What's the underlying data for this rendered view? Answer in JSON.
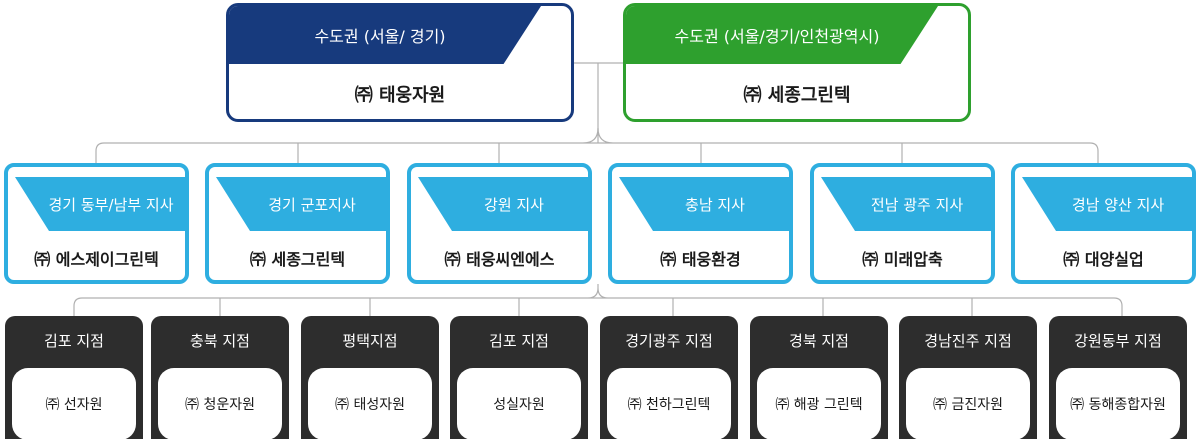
{
  "headquarters": [
    {
      "region": "수도권 (서울/ 경기)",
      "company": "㈜ 태웅자원"
    },
    {
      "region": "수도권 (서울/경기/인천광역시)",
      "company": "㈜ 세종그린텍"
    }
  ],
  "regional_branches": [
    {
      "region": "경기 동부/남부 지사",
      "company": "㈜ 에스제이그린텍"
    },
    {
      "region": "경기 군포지사",
      "company": "㈜ 세종그린텍"
    },
    {
      "region": "강원 지사",
      "company": "㈜ 태웅씨엔에스"
    },
    {
      "region": "충남 지사",
      "company": "㈜ 태웅환경"
    },
    {
      "region": "전남 광주 지사",
      "company": "㈜ 미래압축"
    },
    {
      "region": "경남 양산 지사",
      "company": "㈜ 대양실업"
    }
  ],
  "branch_offices": [
    {
      "title": "김포 지점",
      "company": "㈜ 선자원"
    },
    {
      "title": "충북 지점",
      "company": "㈜ 청운자원"
    },
    {
      "title": "평택지점",
      "company": "㈜ 태성자원"
    },
    {
      "title": "김포 지점",
      "company": "성실자원"
    },
    {
      "title": "경기광주 지점",
      "company": "㈜ 천하그린텍"
    },
    {
      "title": "경북 지점",
      "company": "㈜ 해광 그린텍"
    },
    {
      "title": "경남진주 지점",
      "company": "㈜ 금진자원"
    },
    {
      "title": "강원동부 지점",
      "company": "㈜ 동해종합자원"
    }
  ],
  "colors": {
    "hq_navy": "#173a7d",
    "hq_green": "#2ea02e",
    "regional": "#2eaee0",
    "office": "#2d2d2d",
    "connector": "#b0b0b0"
  }
}
